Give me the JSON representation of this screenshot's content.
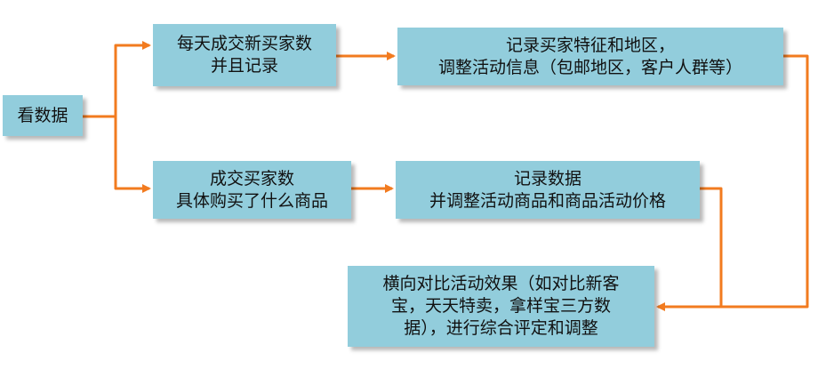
{
  "diagram": {
    "edge_color": "#f27b1f",
    "node_color": "#92cddc",
    "nodes": {
      "root": {
        "lines": [
          "看数据"
        ]
      },
      "daily_buyers": {
        "lines": [
          "每天成交新买家数",
          "并且记录"
        ]
      },
      "buyer_products": {
        "lines": [
          "成交买家数",
          "具体购买了什么商品"
        ]
      },
      "record_traits": {
        "lines": [
          "记录买家特征和地区，",
          "调整活动信息（包邮地区，客户人群等）"
        ]
      },
      "record_data": {
        "lines": [
          "记录数据",
          "并调整活动商品和商品活动价格"
        ]
      },
      "compare": {
        "lines": [
          "横向对比活动效果（如对比新客",
          "宝，天天特卖，拿样宝三方数",
          "据），进行综合评定和调整"
        ]
      }
    },
    "edges": [
      {
        "from": "root",
        "to": "daily_buyers"
      },
      {
        "from": "root",
        "to": "buyer_products"
      },
      {
        "from": "daily_buyers",
        "to": "record_traits"
      },
      {
        "from": "buyer_products",
        "to": "record_data"
      },
      {
        "from": "record_traits",
        "to": "compare"
      },
      {
        "from": "record_data",
        "to": "compare"
      }
    ]
  }
}
